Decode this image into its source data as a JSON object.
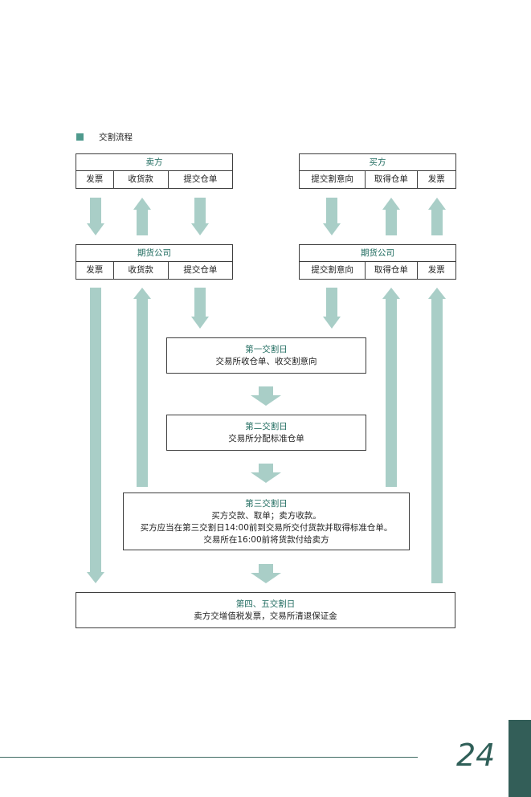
{
  "section": {
    "title": "交割流程"
  },
  "seller": {
    "title": "卖方",
    "cells": [
      "发票",
      "收货款",
      "提交仓单"
    ]
  },
  "buyer": {
    "title": "买方",
    "cells": [
      "提交割意向",
      "取得仓单",
      "发票"
    ]
  },
  "futures_seller": {
    "title": "期货公司",
    "cells": [
      "发票",
      "收货款",
      "提交仓单"
    ]
  },
  "futures_buyer": {
    "title": "期货公司",
    "cells": [
      "提交割意向",
      "取得仓单",
      "发票"
    ]
  },
  "steps": [
    {
      "title": "第一交割日",
      "lines": [
        "交易所收仓单、收交割意向"
      ]
    },
    {
      "title": "第二交割日",
      "lines": [
        "交易所分配标准仓单"
      ]
    },
    {
      "title": "第三交割日",
      "lines": [
        "买方交款、取单；卖方收款。",
        "买方应当在第三交割日14:00前到交易所交付货款并取得标准仓单。",
        "交易所在16:00前将货款付给卖方"
      ]
    },
    {
      "title": "第四、五交割日",
      "lines": [
        "卖方交增值税发票，交易所清退保证金"
      ]
    }
  ],
  "page_number": "24",
  "colors": {
    "arrow": "#a9cec7",
    "accent": "#4f9a8d",
    "tab": "#335e58"
  }
}
